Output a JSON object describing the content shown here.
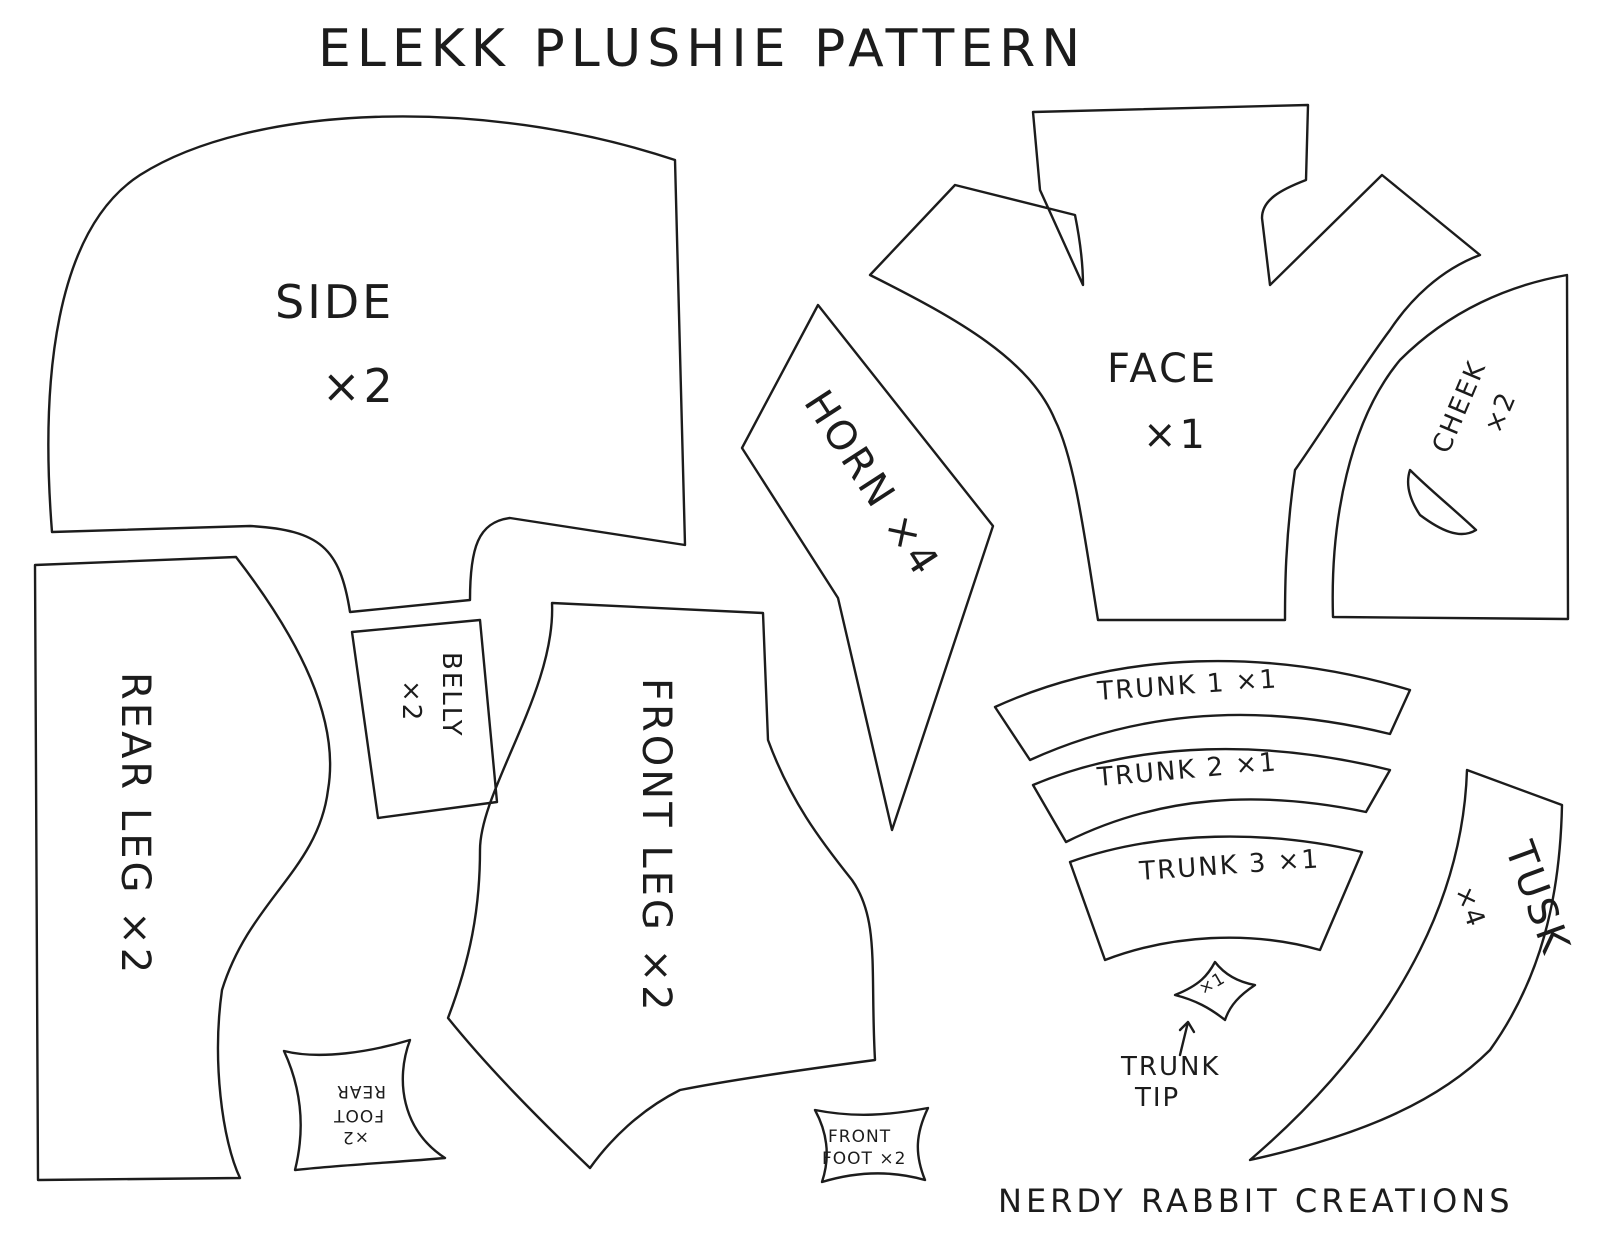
{
  "title": "ELEKK PLUSHIE PATTERN",
  "credit": "NERDY RABBIT CREATIONS",
  "pieces": {
    "side": {
      "name": "SIDE",
      "count": "×2"
    },
    "rear_leg": {
      "label": "REAR LEG ×2"
    },
    "belly": {
      "name": "BELLY",
      "count": "×2"
    },
    "front_leg": {
      "label": "FRONT LEG ×2"
    },
    "rear_foot": {
      "name_1": "REAR",
      "name_2": "FOOT",
      "count": "×2"
    },
    "front_foot": {
      "name_1": "FRONT",
      "name_2": "FOOT ×2"
    },
    "horn": {
      "label": "HORN ×4"
    },
    "face": {
      "name": "FACE",
      "count": "×1"
    },
    "cheek": {
      "name": "CHEEK",
      "count": "×2"
    },
    "trunk_1": {
      "label": "TRUNK 1  ×1"
    },
    "trunk_2": {
      "label": "TRUNK 2  ×1"
    },
    "trunk_3": {
      "label": "TRUNK 3 ×1"
    },
    "trunk_tip": {
      "count": "×1",
      "name_1": "TRUNK",
      "name_2": "TIP"
    },
    "tusk": {
      "name": "TUSK",
      "count": "×4"
    }
  }
}
